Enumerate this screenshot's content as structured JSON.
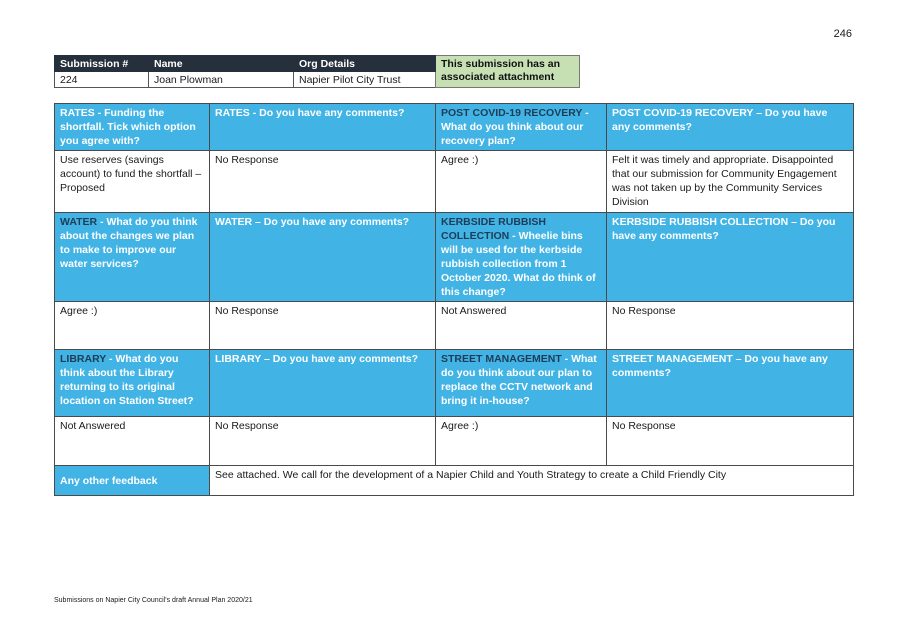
{
  "page_number": "246",
  "info": {
    "headers": [
      "Submission #",
      "Name",
      "Org Details"
    ],
    "values": [
      "224",
      "Joan Plowman",
      "Napier Pilot City Trust"
    ],
    "attachment_note": "This submission has an associated attachment"
  },
  "rows": [
    {
      "q": [
        {
          "topic": "",
          "text": "RATES - Funding the shortfall. Tick which option you agree with?"
        },
        {
          "topic": "",
          "text": "RATES - Do you have any comments?"
        },
        {
          "topic": "POST COVID-19 RECOVERY",
          "text": " - What do you think about our recovery plan?"
        },
        {
          "topic": "",
          "text": "POST COVID-19 RECOVERY – Do you have any comments?"
        }
      ],
      "a": [
        "Use reserves (savings account) to fund the shortfall – Proposed",
        "No Response",
        "Agree :)",
        "Felt it was timely and appropriate. Disappointed that our submission for Community Engagement was not taken up by the Community Services Division"
      ]
    },
    {
      "q": [
        {
          "topic": "WATER",
          "text": " - What do you think about the changes we plan to make to improve our water services?"
        },
        {
          "topic": "",
          "text": "WATER – Do you have any comments?"
        },
        {
          "topic": "KERBSIDE RUBBISH COLLECTION",
          "text": " - Wheelie bins will be used for the kerbside rubbish collection from 1 October 2020. What do think of this change?"
        },
        {
          "topic": "",
          "text": "KERBSIDE RUBBISH COLLECTION – Do you have any comments?"
        }
      ],
      "a": [
        "Agree :)",
        "No Response",
        "Not Answered",
        "No Response"
      ]
    },
    {
      "q": [
        {
          "topic": "LIBRARY",
          "text": " - What do you think about the Library returning to its original location on Station Street?"
        },
        {
          "topic": "",
          "text": "LIBRARY – Do you have any comments?"
        },
        {
          "topic": "STREET MANAGEMENT",
          "text": " - What do you think about our plan to replace the CCTV network and bring it in-house?"
        },
        {
          "topic": "",
          "text": "STREET MANAGEMENT – Do you have any comments?"
        }
      ],
      "a": [
        "Not Answered",
        "No Response",
        "Agree :)",
        "No Response"
      ]
    }
  ],
  "other_feedback": {
    "label": "Any other feedback",
    "value": "See attached. We call for the development of a Napier Child and Youth Strategy to create a Child Friendly City"
  },
  "footer": "Submissions on Napier City Council's draft Annual Plan 2020/21"
}
